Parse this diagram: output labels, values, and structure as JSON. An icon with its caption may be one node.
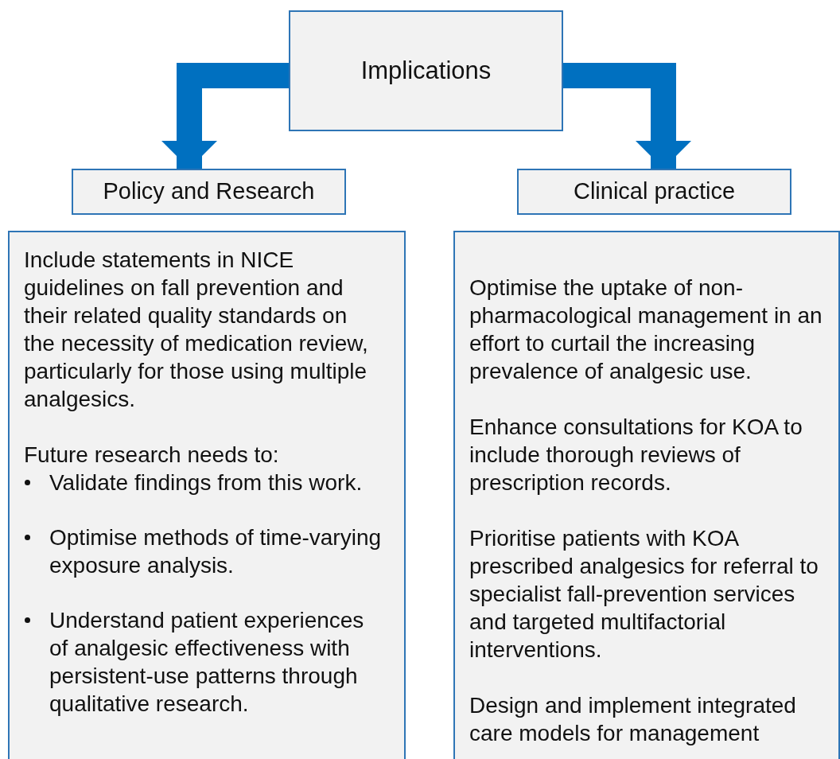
{
  "diagram": {
    "nodes": [
      {
        "text": [
          "Implications"
        ]
      },
      {
        "text": [
          "Policy and Research"
        ]
      },
      {
        "text": [
          "Clinical practice"
        ]
      },
      {
        "text": [
          "Include statements in NICE guidelines on fall prevention and their related quality standards on the necessity of medication review, particularly for those using multiple analgesics.",
          "Future research needs to:",
          "Validate findings from this work.",
          "Optimise methods of time-varying exposure analysis.",
          "Understand patient experiences of analgesic effectiveness with persistent-use patterns through qualitative research."
        ]
      },
      {
        "text": [
          "Optimise the uptake of non-pharmacological management in an effort to curtail the increasing prevalence of analgesic use.",
          "Enhance consultations for KOA to include thorough reviews of prescription records.",
          "Prioritise patients with KOA prescribed analgesics for referral to specialist fall-prevention services and targeted multifactorial interventions.",
          "Design and implement integrated care models for management"
        ]
      }
    ],
    "edges": [
      {
        "from": 0,
        "to": 1,
        "arrow": "to"
      },
      {
        "from": 0,
        "to": 2,
        "arrow": "to"
      }
    ]
  }
}
